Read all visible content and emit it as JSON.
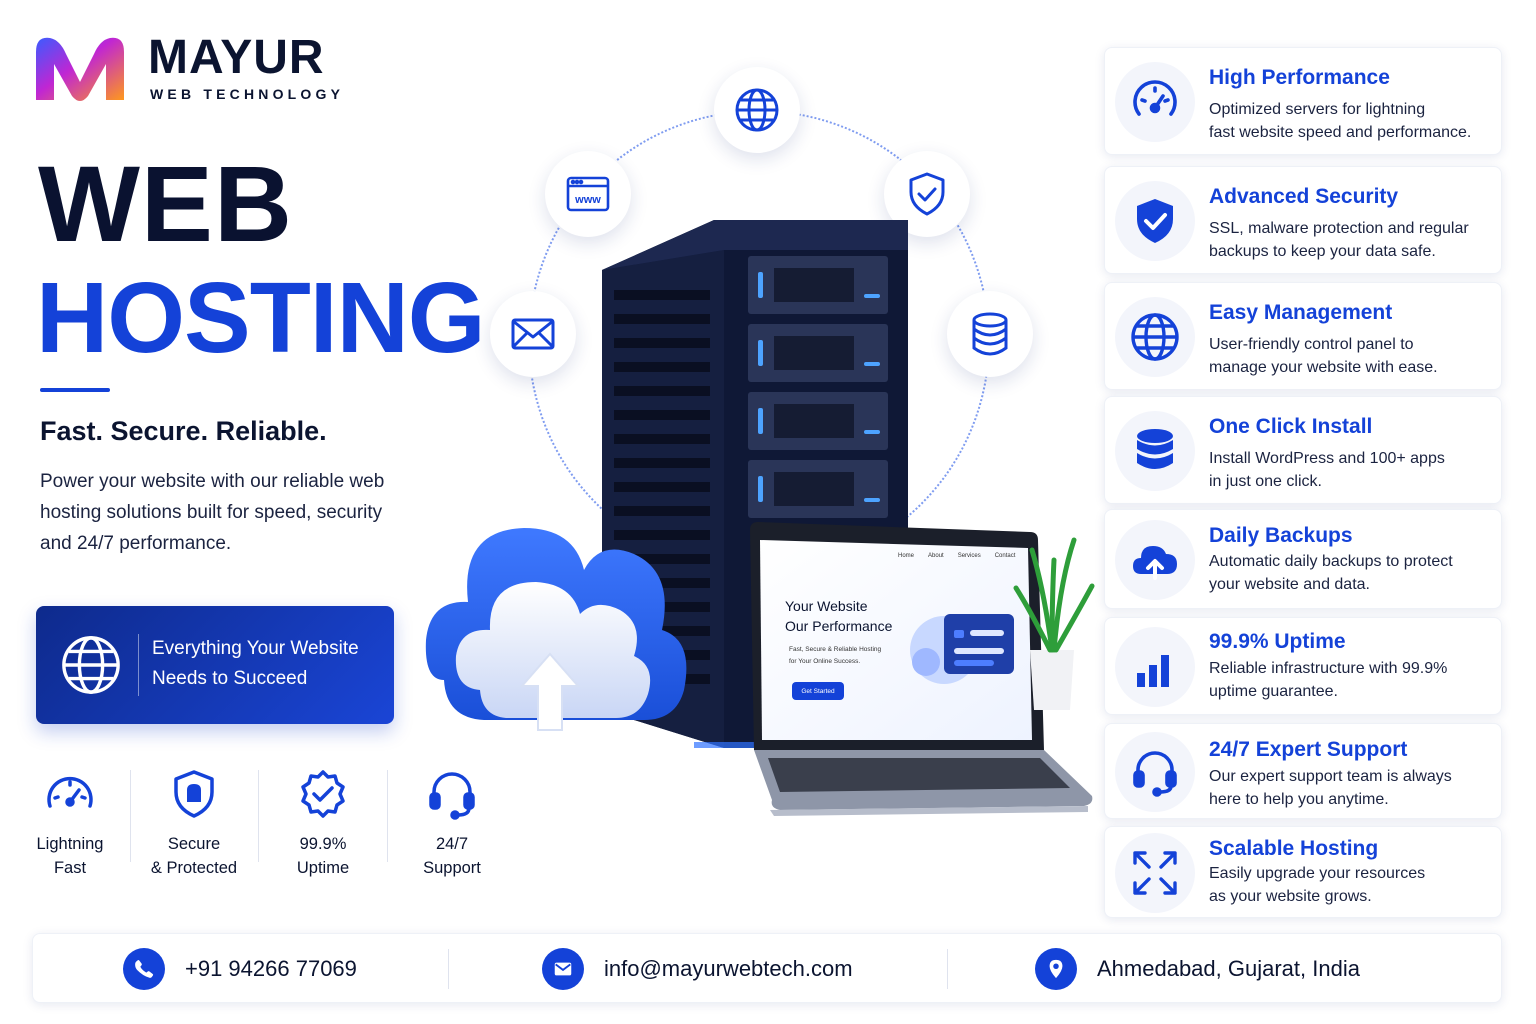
{
  "brand": {
    "name": "MAYUR",
    "subtitle": "WEB TECHNOLOGY"
  },
  "hero": {
    "line1": "WEB",
    "line2": "HOSTING",
    "tagline": "Fast. Secure. Reliable.",
    "description": "Power your website with our reliable web hosting solutions built for speed, security and 24/7 performance."
  },
  "cta": {
    "line1": "Everything Your Website",
    "line2": "Needs to Succeed"
  },
  "mini_features": [
    {
      "icon": "speedometer-icon",
      "line1": "Lightning",
      "line2": "Fast"
    },
    {
      "icon": "shield-icon",
      "line1": "Secure",
      "line2": "& Protected"
    },
    {
      "icon": "badge-check-icon",
      "line1": "99.9%",
      "line2": "Uptime"
    },
    {
      "icon": "headset-icon",
      "line1": "24/7",
      "line2": "Support"
    }
  ],
  "orbit_icons": [
    "www-icon",
    "globe-icon",
    "shield-check-icon",
    "mail-icon",
    "database-icon"
  ],
  "laptop_screen": {
    "nav": [
      "Home",
      "About",
      "Services",
      "Contact"
    ],
    "heading1": "Your Website",
    "heading2": "Our Performance",
    "sub1": "Fast, Secure & Reliable Hosting",
    "sub2": "for Your Online Success.",
    "button": "Get Started"
  },
  "features": [
    {
      "icon": "gauge-icon",
      "title": "High Performance",
      "line1": "Optimized servers for lightning",
      "line2": "fast website speed and performance."
    },
    {
      "icon": "shield-check-icon",
      "title": "Advanced Security",
      "line1": "SSL, malware protection and regular",
      "line2": "backups to keep your data safe."
    },
    {
      "icon": "globe-icon",
      "title": "Easy Management",
      "line1": "User-friendly control panel to",
      "line2": "manage your website with ease."
    },
    {
      "icon": "database-icon",
      "title": "One Click Install",
      "line1": "Install WordPress and 100+ apps",
      "line2": "in just one click."
    },
    {
      "icon": "cloud-upload-icon",
      "title": "Daily Backups",
      "line1": "Automatic daily backups to protect",
      "line2": "your website and data."
    },
    {
      "icon": "bar-chart-icon",
      "title": "99.9% Uptime",
      "line1": "Reliable infrastructure with 99.9%",
      "line2": "uptime guarantee."
    },
    {
      "icon": "headset-icon",
      "title": "24/7 Expert Support",
      "line1": "Our expert support team is always",
      "line2": "here to help you anytime."
    },
    {
      "icon": "expand-icon",
      "title": "Scalable Hosting",
      "line1": "Easily upgrade your resources",
      "line2": "as your website grows."
    }
  ],
  "contact": {
    "phone": "+91 94266 77069",
    "email": "info@mayurwebtech.com",
    "location": "Ahmedabad, Gujarat, India"
  },
  "colors": {
    "primary": "#1442d8",
    "dark": "#0b1430",
    "navy": "#0e2a8c"
  }
}
